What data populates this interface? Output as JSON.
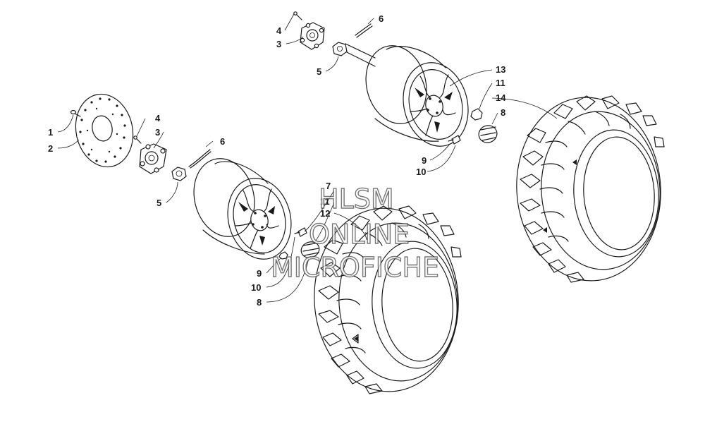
{
  "labels": {
    "l1": "1",
    "l2": "2",
    "l3a": "3",
    "l4a": "4",
    "l5a": "5",
    "l6a": "6",
    "l3b": "3",
    "l4b": "4",
    "l5b": "5",
    "l6b": "6",
    "l7": "7",
    "l11a": "11",
    "l12": "12",
    "l9a": "9",
    "l10a": "10",
    "l8a": "8",
    "l13": "13",
    "l11b": "11",
    "l14": "14",
    "l8b": "8",
    "l9b": "9",
    "l10b": "10"
  },
  "watermark": {
    "line1": "HLSM",
    "line2": "ONLINE",
    "line3": "MICROFICHE"
  }
}
